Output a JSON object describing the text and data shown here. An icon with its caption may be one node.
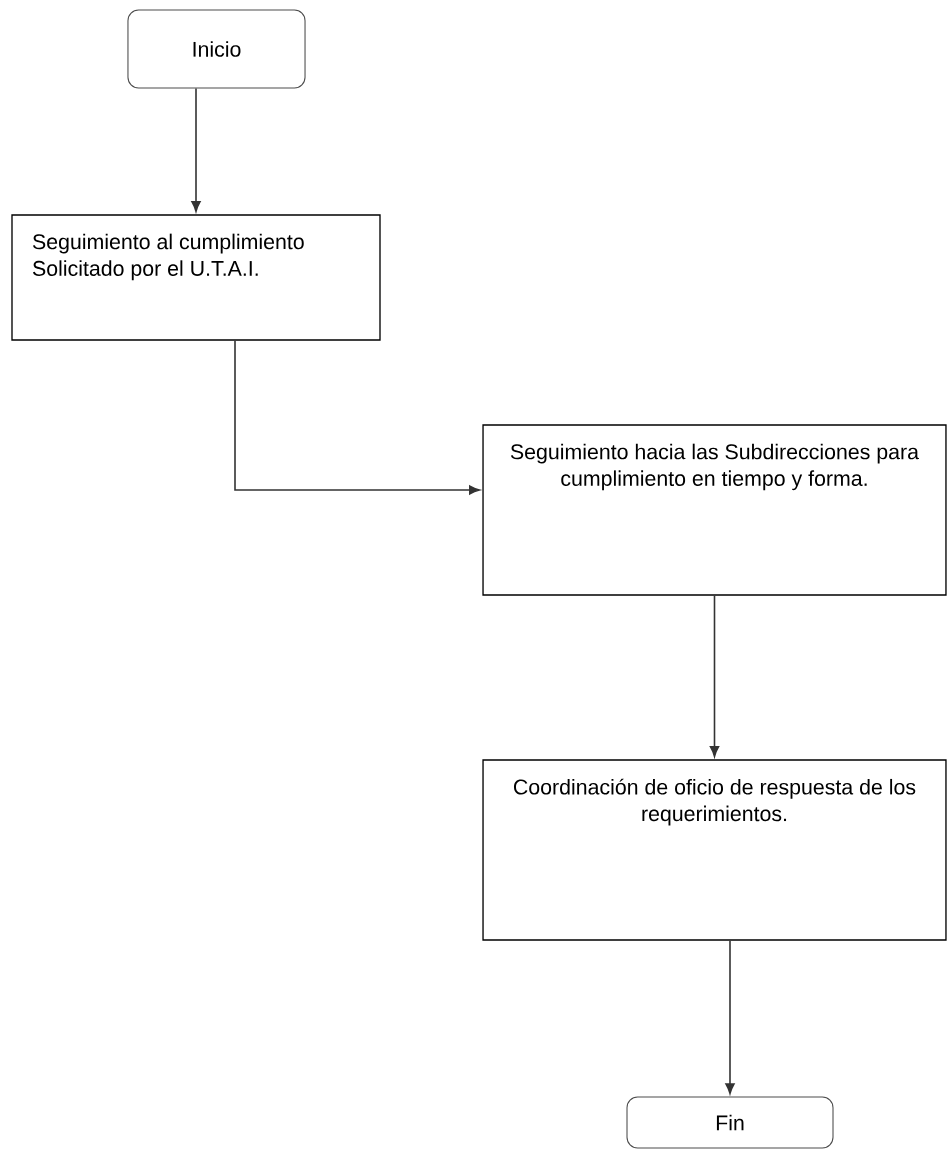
{
  "diagram": {
    "nodes": [
      {
        "text": [
          "Inicio"
        ]
      },
      {
        "text": [
          "Seguimiento al cumplimiento Solicitado por el U.T.A.I."
        ]
      },
      {
        "text": [
          "Seguimiento hacia las Subdirecciones para cumplimiento en tiempo y forma."
        ]
      },
      {
        "text": [
          "Coordinación de oficio de respuesta de los requerimientos."
        ]
      },
      {
        "text": [
          "Fin"
        ]
      }
    ],
    "edges": [
      {
        "from": 0,
        "to": 1,
        "arrow": "to"
      },
      {
        "from": 1,
        "to": 2,
        "arrow": "to"
      },
      {
        "from": 2,
        "to": 3,
        "arrow": "to"
      },
      {
        "from": 3,
        "to": 4,
        "arrow": "to"
      }
    ]
  }
}
